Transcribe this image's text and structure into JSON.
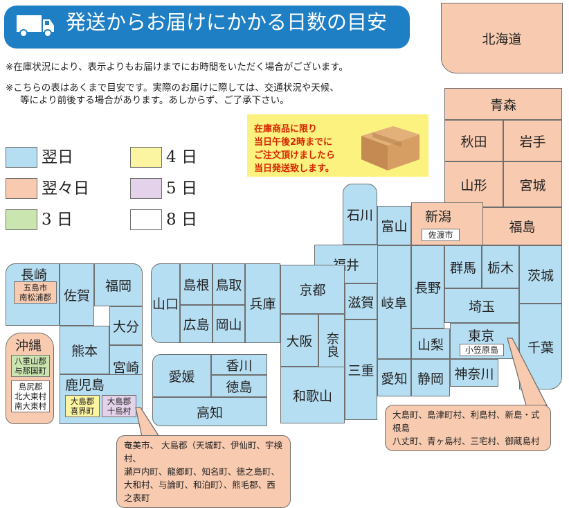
{
  "header": {
    "title": "発送からお届けにかかる日数の目安",
    "notes": [
      "※在庫状況により、表示よりもお届けまでにお時間をいただく場合がございます。",
      "※こちらの表はあくまで目安です。実際のお届けに際しては、交通状況や天候、",
      "等により前後する場合があります。あしからず、ご了承下さい。"
    ]
  },
  "legend": {
    "items": [
      {
        "label": "翌日",
        "color": "#b6def2"
      },
      {
        "label": "翌々日",
        "color": "#f8cbb0"
      },
      {
        "label": "3 日",
        "color": "#cbe5b0"
      },
      {
        "label": "4 日",
        "color": "#fbf4a1"
      },
      {
        "label": "5 日",
        "color": "#e4d2ea"
      },
      {
        "label": "8 日",
        "color": "#ffffff"
      }
    ]
  },
  "promo": {
    "lines": [
      "在庫商品に限り",
      "当日午後2時までに",
      "ご注文頂けましたら",
      "当日発送致します。"
    ],
    "icon": "cardboard-box-icon"
  },
  "regions": {
    "hokkaido": "北海道",
    "aomori": "青森",
    "akita": "秋田",
    "iwate": "岩手",
    "yamagata": "山形",
    "miyagi": "宮城",
    "fukushima": "福島",
    "niigata": "新潟",
    "sado": "佐渡市",
    "toyama": "富山",
    "ishikawa": "石川",
    "fukui": "福井",
    "gunma": "群馬",
    "tochigi": "栃木",
    "ibaraki": "茨城",
    "nagano": "長野",
    "saitama": "埼玉",
    "chiba": "千葉",
    "tokyo": "東京",
    "ogasawara": "小笠原島",
    "yamanashi": "山梨",
    "kanagawa": "神奈川",
    "shizuoka": "静岡",
    "aichi": "愛知",
    "gifu": "岐阜",
    "shiga": "滋賀",
    "mie": "三重",
    "kyoto": "京都",
    "osaka": "大阪",
    "nara": "奈良",
    "wakayama": "和歌山",
    "hyogo": "兵庫",
    "shimane": "島根",
    "tottori": "鳥取",
    "hiroshima": "広島",
    "okayama": "岡山",
    "yamaguchi": "山口",
    "kagawa": "香川",
    "ehime": "愛媛",
    "tokushima": "徳島",
    "kochi": "高知",
    "nagasaki": "長崎",
    "goto": "五島市\n南松浦郡",
    "saga": "佐賀",
    "fukuoka": "福岡",
    "oita": "大分",
    "kumamoto": "熊本",
    "miyazaki": "宮崎",
    "kagoshima": "鹿児島",
    "oshima_kikai": "大島郡\n喜界町",
    "oshima_toshima": "大島郡\n十島村",
    "okinawa": "沖縄",
    "yaeyama": "八重山郡\n与那国町",
    "shimajiri": "島尻郡\n北大東村\n南大東村"
  },
  "callouts": {
    "tokyo_islands": "大島町、島津町村、利島村、新島・式根島\n八丈町、青ヶ島村、三宅村、御蔵島村",
    "amami": "奄美市、 大島郡（天城町、伊仙町、宇検村、\n瀬戸内町、龍郷町、知名町、徳之島町、\n大和村、与論町、和泊町）、熊毛郡、西之表町"
  }
}
